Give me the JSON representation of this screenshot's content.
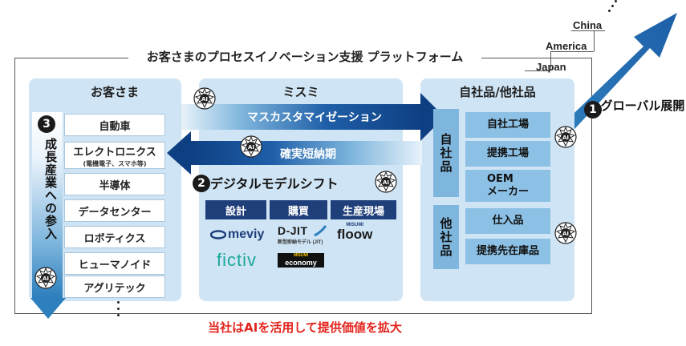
{
  "platform_title": "お客さまのプロセスイノベーション支援 プラットフォーム",
  "regions": [
    "China",
    "America",
    "Japan"
  ],
  "customers": {
    "title": "お客さま",
    "badge": "3",
    "growth_label": "成長産業への参入",
    "items": [
      {
        "label": "自動車",
        "sub": ""
      },
      {
        "label": "エレクトロニクス",
        "sub": "(電機電子、スマホ等)"
      },
      {
        "label": "半導体",
        "sub": ""
      },
      {
        "label": "データセンター",
        "sub": ""
      },
      {
        "label": "ロボティクス",
        "sub": ""
      },
      {
        "label": "ヒューマノイド",
        "sub": ""
      },
      {
        "label": "アグリテック",
        "sub": ""
      }
    ]
  },
  "misumi": {
    "title": "ミスミ",
    "mass_customization": "マスカスタマイゼーション",
    "fast_delivery": "確実短納期",
    "badge": "2",
    "digital_shift": "デジタルモデルシフト",
    "stages": [
      "設計",
      "購買",
      "生産現場"
    ],
    "logos": {
      "meviy": "meviy",
      "djit": "D-JIT",
      "djit_sub": "新型即納モデル (JIT)",
      "floow_top": "MISUMI",
      "floow": "floow",
      "fictiv": "fictiv",
      "economy_top": "MISUMI",
      "economy": "economy"
    }
  },
  "products": {
    "title": "自社品/他社品",
    "own_label": "自社品",
    "other_label": "他社品",
    "own_items": [
      "自社工場",
      "提携工場",
      "OEM\nメーカー"
    ],
    "other_items": [
      "仕入品",
      "提携先在庫品"
    ]
  },
  "global": {
    "badge": "1",
    "label": "グローバル展開"
  },
  "ai_text": "AI",
  "bottom_caption": "当社はAIを活用して提供価値を拡大",
  "colors": {
    "panel": "#cfe4f4",
    "dark_navy": "#1f3f7a",
    "arrow_blue": "#0e3f82",
    "product_blue": "#8cc0e4",
    "caption_red": "#e3231c"
  }
}
